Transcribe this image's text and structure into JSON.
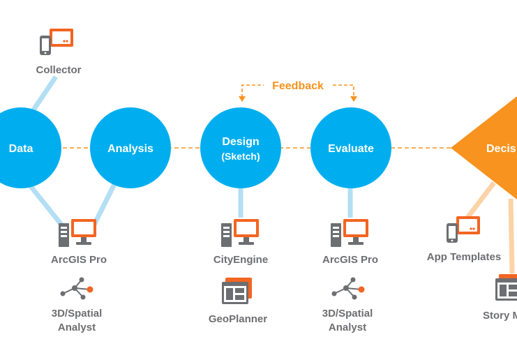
{
  "colors": {
    "node_blue": "#00aeef",
    "connector_light_blue": "#b3dff5",
    "decision_orange": "#f7931e",
    "connector_light_orange": "#fbd3a6",
    "icon_gray": "#6d6e71",
    "icon_orange": "#f26522"
  },
  "feedback": {
    "label": "Feedback"
  },
  "nodes": {
    "data": {
      "label": "Data"
    },
    "analysis": {
      "label": "Analysis"
    },
    "design": {
      "label_line1": "Design",
      "label_line2": "(Sketch)"
    },
    "evaluate": {
      "label": "Evaluate"
    },
    "decision": {
      "label": "Decis"
    }
  },
  "tools": {
    "collector": {
      "label": "Collector",
      "icon": "tablet-phone-icon"
    },
    "arcgis_pro_1": {
      "label": "ArcGIS Pro",
      "icon": "desktop-computer-icon"
    },
    "spatial_1": {
      "label_line1": "3D/Spatial",
      "label_line2": "Analyst",
      "icon": "network-nodes-icon"
    },
    "cityengine": {
      "label": "CityEngine",
      "icon": "desktop-computer-icon"
    },
    "geoplanner": {
      "label": "GeoPlanner",
      "icon": "browser-window-icon"
    },
    "arcgis_pro_2": {
      "label": "ArcGIS Pro",
      "icon": "desktop-computer-icon"
    },
    "spatial_2": {
      "label_line1": "3D/Spatial",
      "label_line2": "Analyst",
      "icon": "network-nodes-icon"
    },
    "app_templates": {
      "label": "App Templates",
      "icon": "tablet-phone-icon"
    },
    "story_maps": {
      "label": "Story M",
      "icon": "browser-window-icon"
    }
  }
}
